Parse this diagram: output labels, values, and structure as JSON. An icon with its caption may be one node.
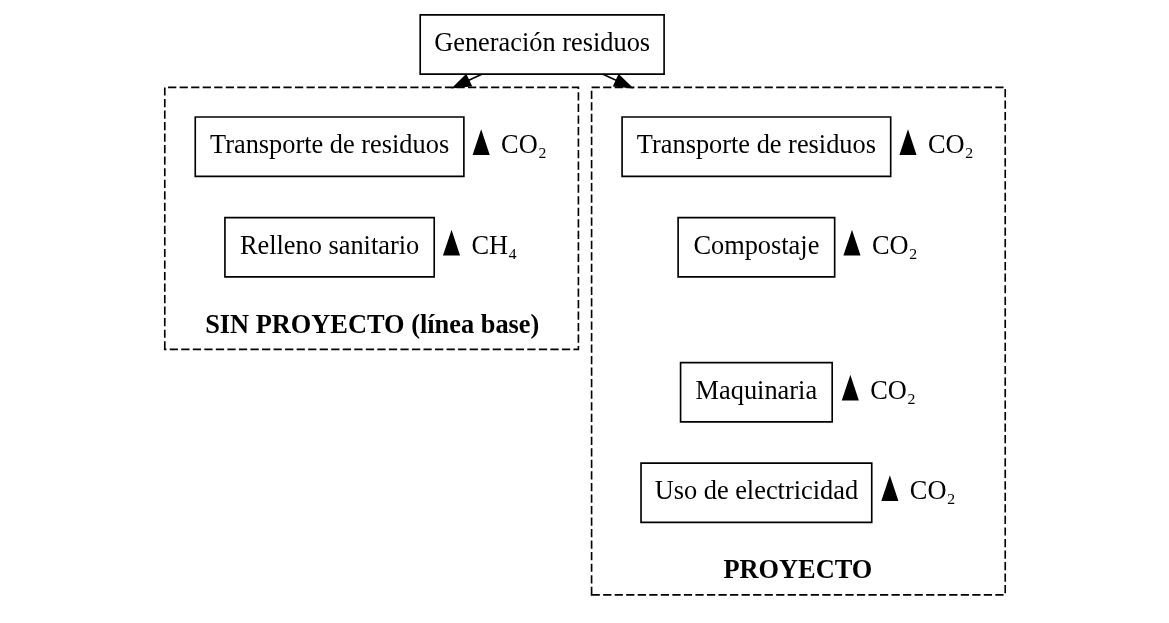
{
  "diagram": {
    "nodes": [
      {
        "text": [
          "Generación residuos"
        ]
      },
      {
        "text": [
          "SIN PROYECTO (línea base)"
        ]
      },
      {
        "text": [
          "Transporte de residuos"
        ],
        "in": 1,
        "beside": [
          "CO₂"
        ]
      },
      {
        "text": [
          "Relleno sanitario"
        ],
        "in": 1,
        "beside": [
          "CH₄"
        ]
      },
      {
        "text": [
          "PROYECTO"
        ]
      },
      {
        "text": [
          "Transporte de residuos"
        ],
        "in": 4,
        "beside": [
          "CO₂"
        ]
      },
      {
        "text": [
          "Compostaje"
        ],
        "in": 4,
        "beside": [
          "CO₂"
        ]
      },
      {
        "text": [
          "Maquinaria"
        ],
        "in": 4,
        "beside": [
          "CO₂"
        ]
      },
      {
        "text": [
          "Uso de electricidad"
        ],
        "in": 4,
        "beside": [
          "CO₂"
        ]
      }
    ],
    "edges": [
      {
        "from": 0,
        "to": 1,
        "arrow": "to"
      },
      {
        "from": 0,
        "to": 4,
        "arrow": "to"
      }
    ]
  }
}
